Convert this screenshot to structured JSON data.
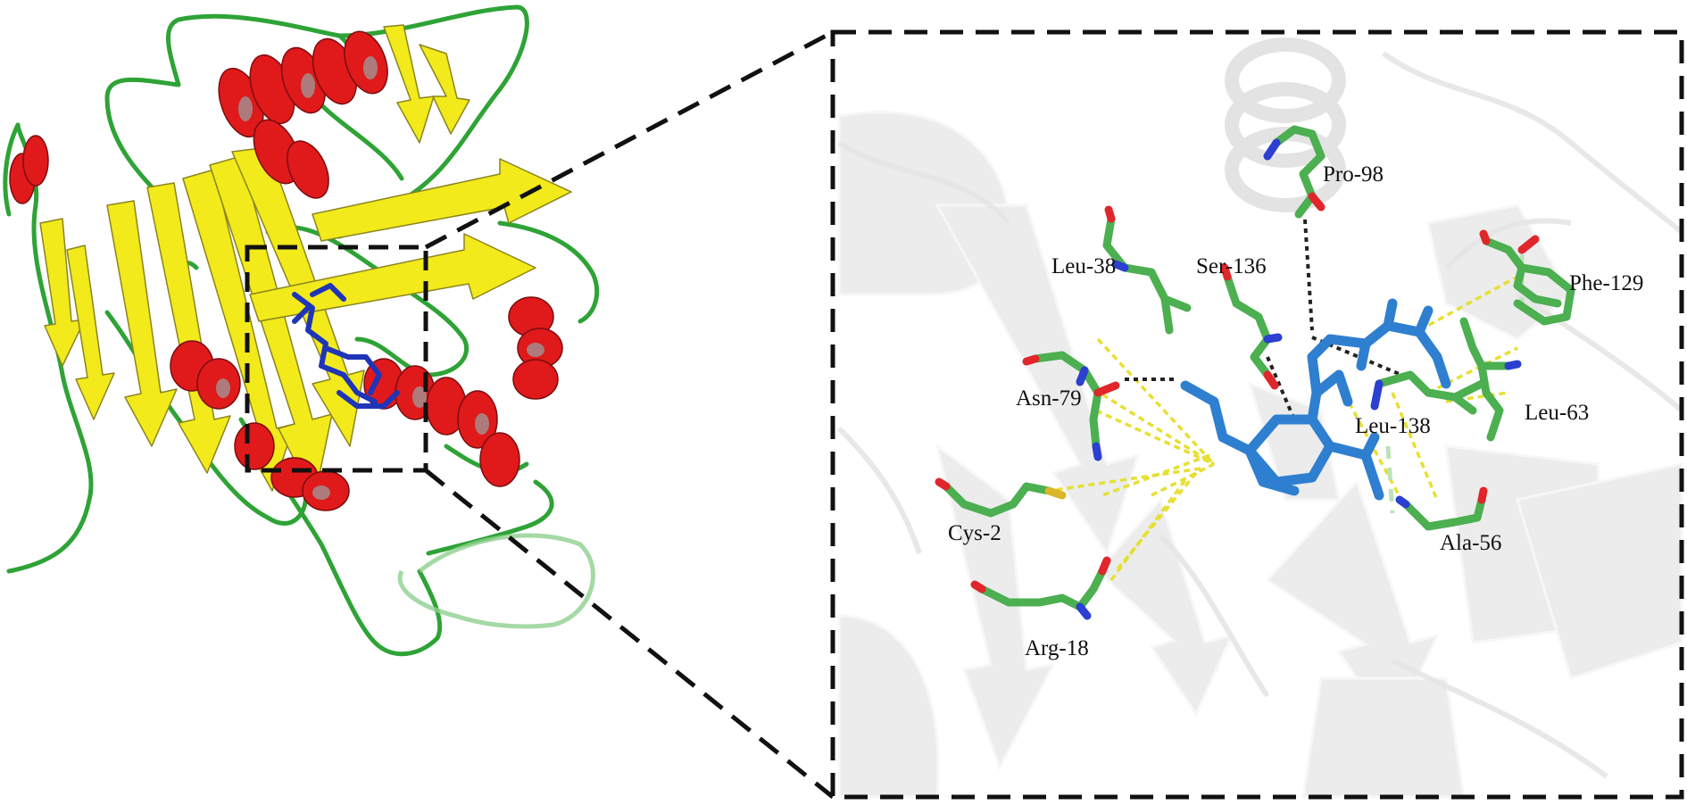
{
  "colors": {
    "helix": "#e0191b",
    "sheet": "#f2ea1a",
    "coil": "#2ea336",
    "ligand_overview": "#1f35b8",
    "ligand_detail": "#2f7fd0",
    "carbon": "#4caf50",
    "nitrogen": "#2b3fd0",
    "oxygen": "#e0262b",
    "sulfur": "#d9b62a",
    "hbond_yellow": "#e6e033",
    "contact_black": "#222222",
    "frame": "#111111"
  },
  "residues": [
    {
      "id": "pro98",
      "label": "Pro-98"
    },
    {
      "id": "leu38",
      "label": "Leu-38"
    },
    {
      "id": "ser136",
      "label": "Ser-136"
    },
    {
      "id": "phe129",
      "label": "Phe-129"
    },
    {
      "id": "asn79",
      "label": "Asn-79"
    },
    {
      "id": "leu138",
      "label": "Leu-138"
    },
    {
      "id": "leu63",
      "label": "Leu-63"
    },
    {
      "id": "cys2",
      "label": "Cys-2"
    },
    {
      "id": "ala56",
      "label": "Ala-56"
    },
    {
      "id": "arg18",
      "label": "Arg-18"
    }
  ]
}
